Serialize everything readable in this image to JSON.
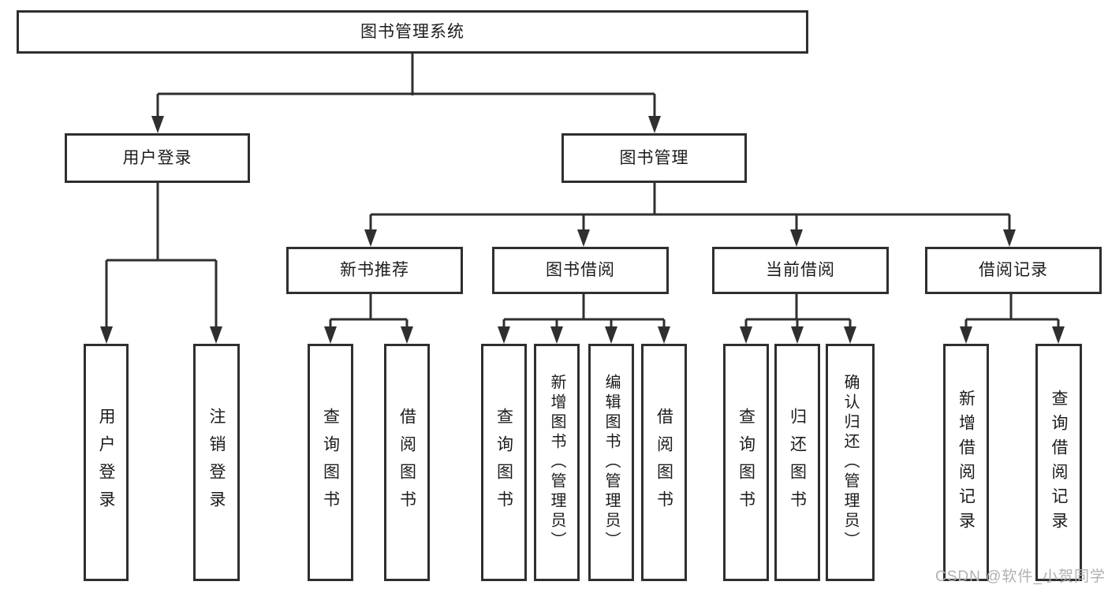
{
  "tree": {
    "root": {
      "label": "图书管理系统"
    },
    "level2": [
      {
        "label": "用户登录"
      },
      {
        "label": "图书管理"
      }
    ],
    "level3": [
      {
        "label": "新书推荐"
      },
      {
        "label": "图书借阅"
      },
      {
        "label": "当前借阅"
      },
      {
        "label": "借阅记录"
      }
    ],
    "leaves": {
      "login": [
        {
          "label": "用户登录"
        },
        {
          "label": "注销登录"
        }
      ],
      "recommend": [
        {
          "label": "查询图书"
        },
        {
          "label": "借阅图书"
        }
      ],
      "borrow": [
        {
          "label": "查询图书"
        },
        {
          "label": "新增图书（管理员）"
        },
        {
          "label": "编辑图书（管理员）"
        },
        {
          "label": "借阅图书"
        }
      ],
      "current": [
        {
          "label": "查询图书"
        },
        {
          "label": "归还图书"
        },
        {
          "label": "确认归还（管理员）"
        }
      ],
      "record": [
        {
          "label": "新增借阅记录"
        },
        {
          "label": "查询借阅记录"
        }
      ]
    }
  },
  "watermark": {
    "text": "CSDN @软件_小贺同学"
  },
  "colors": {
    "line": "#2f2f2f",
    "text": "#1c1c1c",
    "watermark": "#b0b0b0",
    "background": "#ffffff"
  }
}
